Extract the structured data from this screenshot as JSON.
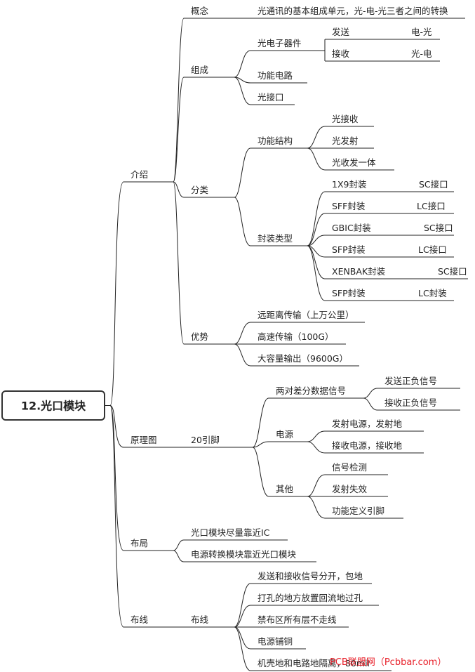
{
  "root": {
    "label": "12.光口模块"
  },
  "nodes": [
    {
      "id": "intro",
      "parent": "root",
      "label": "介绍"
    },
    {
      "id": "concept",
      "parent": "intro",
      "label": "概念"
    },
    {
      "id": "concept_desc",
      "parent": "concept",
      "label": "光通讯的基本组成单元，光-电-光三者之间的转换"
    },
    {
      "id": "compose",
      "parent": "intro",
      "label": "组成"
    },
    {
      "id": "optodevice",
      "parent": "compose",
      "label": "光电子器件"
    },
    {
      "id": "send",
      "parent": "optodevice",
      "label": "发送",
      "note": "电-光"
    },
    {
      "id": "recv",
      "parent": "optodevice",
      "label": "接收",
      "note": "光-电"
    },
    {
      "id": "funccircuit",
      "parent": "compose",
      "label": "功能电路"
    },
    {
      "id": "optport",
      "parent": "compose",
      "label": "光接口"
    },
    {
      "id": "classify",
      "parent": "intro",
      "label": "分类"
    },
    {
      "id": "funcstruct",
      "parent": "classify",
      "label": "功能结构"
    },
    {
      "id": "optrecv",
      "parent": "funcstruct",
      "label": "光接收"
    },
    {
      "id": "opttx",
      "parent": "funcstruct",
      "label": "光发射"
    },
    {
      "id": "optall",
      "parent": "funcstruct",
      "label": "光收发一体"
    },
    {
      "id": "pkgtype",
      "parent": "classify",
      "label": "封装类型"
    },
    {
      "id": "pk1",
      "parent": "pkgtype",
      "label": "1X9封装",
      "note": "SC接口"
    },
    {
      "id": "pk2",
      "parent": "pkgtype",
      "label": "SFF封装",
      "note": "LC接口"
    },
    {
      "id": "pk3",
      "parent": "pkgtype",
      "label": "GBIC封装",
      "note": "SC接口"
    },
    {
      "id": "pk4",
      "parent": "pkgtype",
      "label": "SFP封装",
      "note": "LC接口"
    },
    {
      "id": "pk5",
      "parent": "pkgtype",
      "label": "XENBAK封装",
      "note": "SC接口"
    },
    {
      "id": "pk6",
      "parent": "pkgtype",
      "label": "SFP封装",
      "note": "LC封装"
    },
    {
      "id": "advantage",
      "parent": "intro",
      "label": "优势"
    },
    {
      "id": "adv1",
      "parent": "advantage",
      "label": "远距离传输（上万公里）"
    },
    {
      "id": "adv2",
      "parent": "advantage",
      "label": "高速传输（100G）"
    },
    {
      "id": "adv3",
      "parent": "advantage",
      "label": "大容量输出（9600G）"
    },
    {
      "id": "schematic",
      "parent": "root",
      "label": "原理图"
    },
    {
      "id": "pins",
      "parent": "schematic",
      "label": "20引脚"
    },
    {
      "id": "diff",
      "parent": "pins",
      "label": "两对差分数据信号"
    },
    {
      "id": "diff1",
      "parent": "diff",
      "label": "发送正负信号"
    },
    {
      "id": "diff2",
      "parent": "diff",
      "label": "接收正负信号"
    },
    {
      "id": "power",
      "parent": "pins",
      "label": "电源"
    },
    {
      "id": "pw1",
      "parent": "power",
      "label": "发射电源，发射地"
    },
    {
      "id": "pw2",
      "parent": "power",
      "label": "接收电源，接收地"
    },
    {
      "id": "other",
      "parent": "pins",
      "label": "其他"
    },
    {
      "id": "ot1",
      "parent": "other",
      "label": "信号检测"
    },
    {
      "id": "ot2",
      "parent": "other",
      "label": "发射失效"
    },
    {
      "id": "ot3",
      "parent": "other",
      "label": "功能定义引脚"
    },
    {
      "id": "layout",
      "parent": "root",
      "label": "布局"
    },
    {
      "id": "lay1",
      "parent": "layout",
      "label": "光口模块尽量靠近IC"
    },
    {
      "id": "lay2",
      "parent": "layout",
      "label": "电源转换模块靠近光口模块"
    },
    {
      "id": "routing",
      "parent": "root",
      "label": "布线"
    },
    {
      "id": "route",
      "parent": "routing",
      "label": "布线"
    },
    {
      "id": "rt1",
      "parent": "route",
      "label": "发送和接收信号分开，包地"
    },
    {
      "id": "rt2",
      "parent": "route",
      "label": "打孔的地方放置回流地过孔"
    },
    {
      "id": "rt3",
      "parent": "route",
      "label": "禁布区所有层不走线"
    },
    {
      "id": "rt4",
      "parent": "route",
      "label": "电源铺铜"
    },
    {
      "id": "rt5",
      "parent": "route",
      "label": "机壳地和电路地隔离，80mil"
    }
  ],
  "watermark": "PCB联盟网（Pcbbar.com）"
}
